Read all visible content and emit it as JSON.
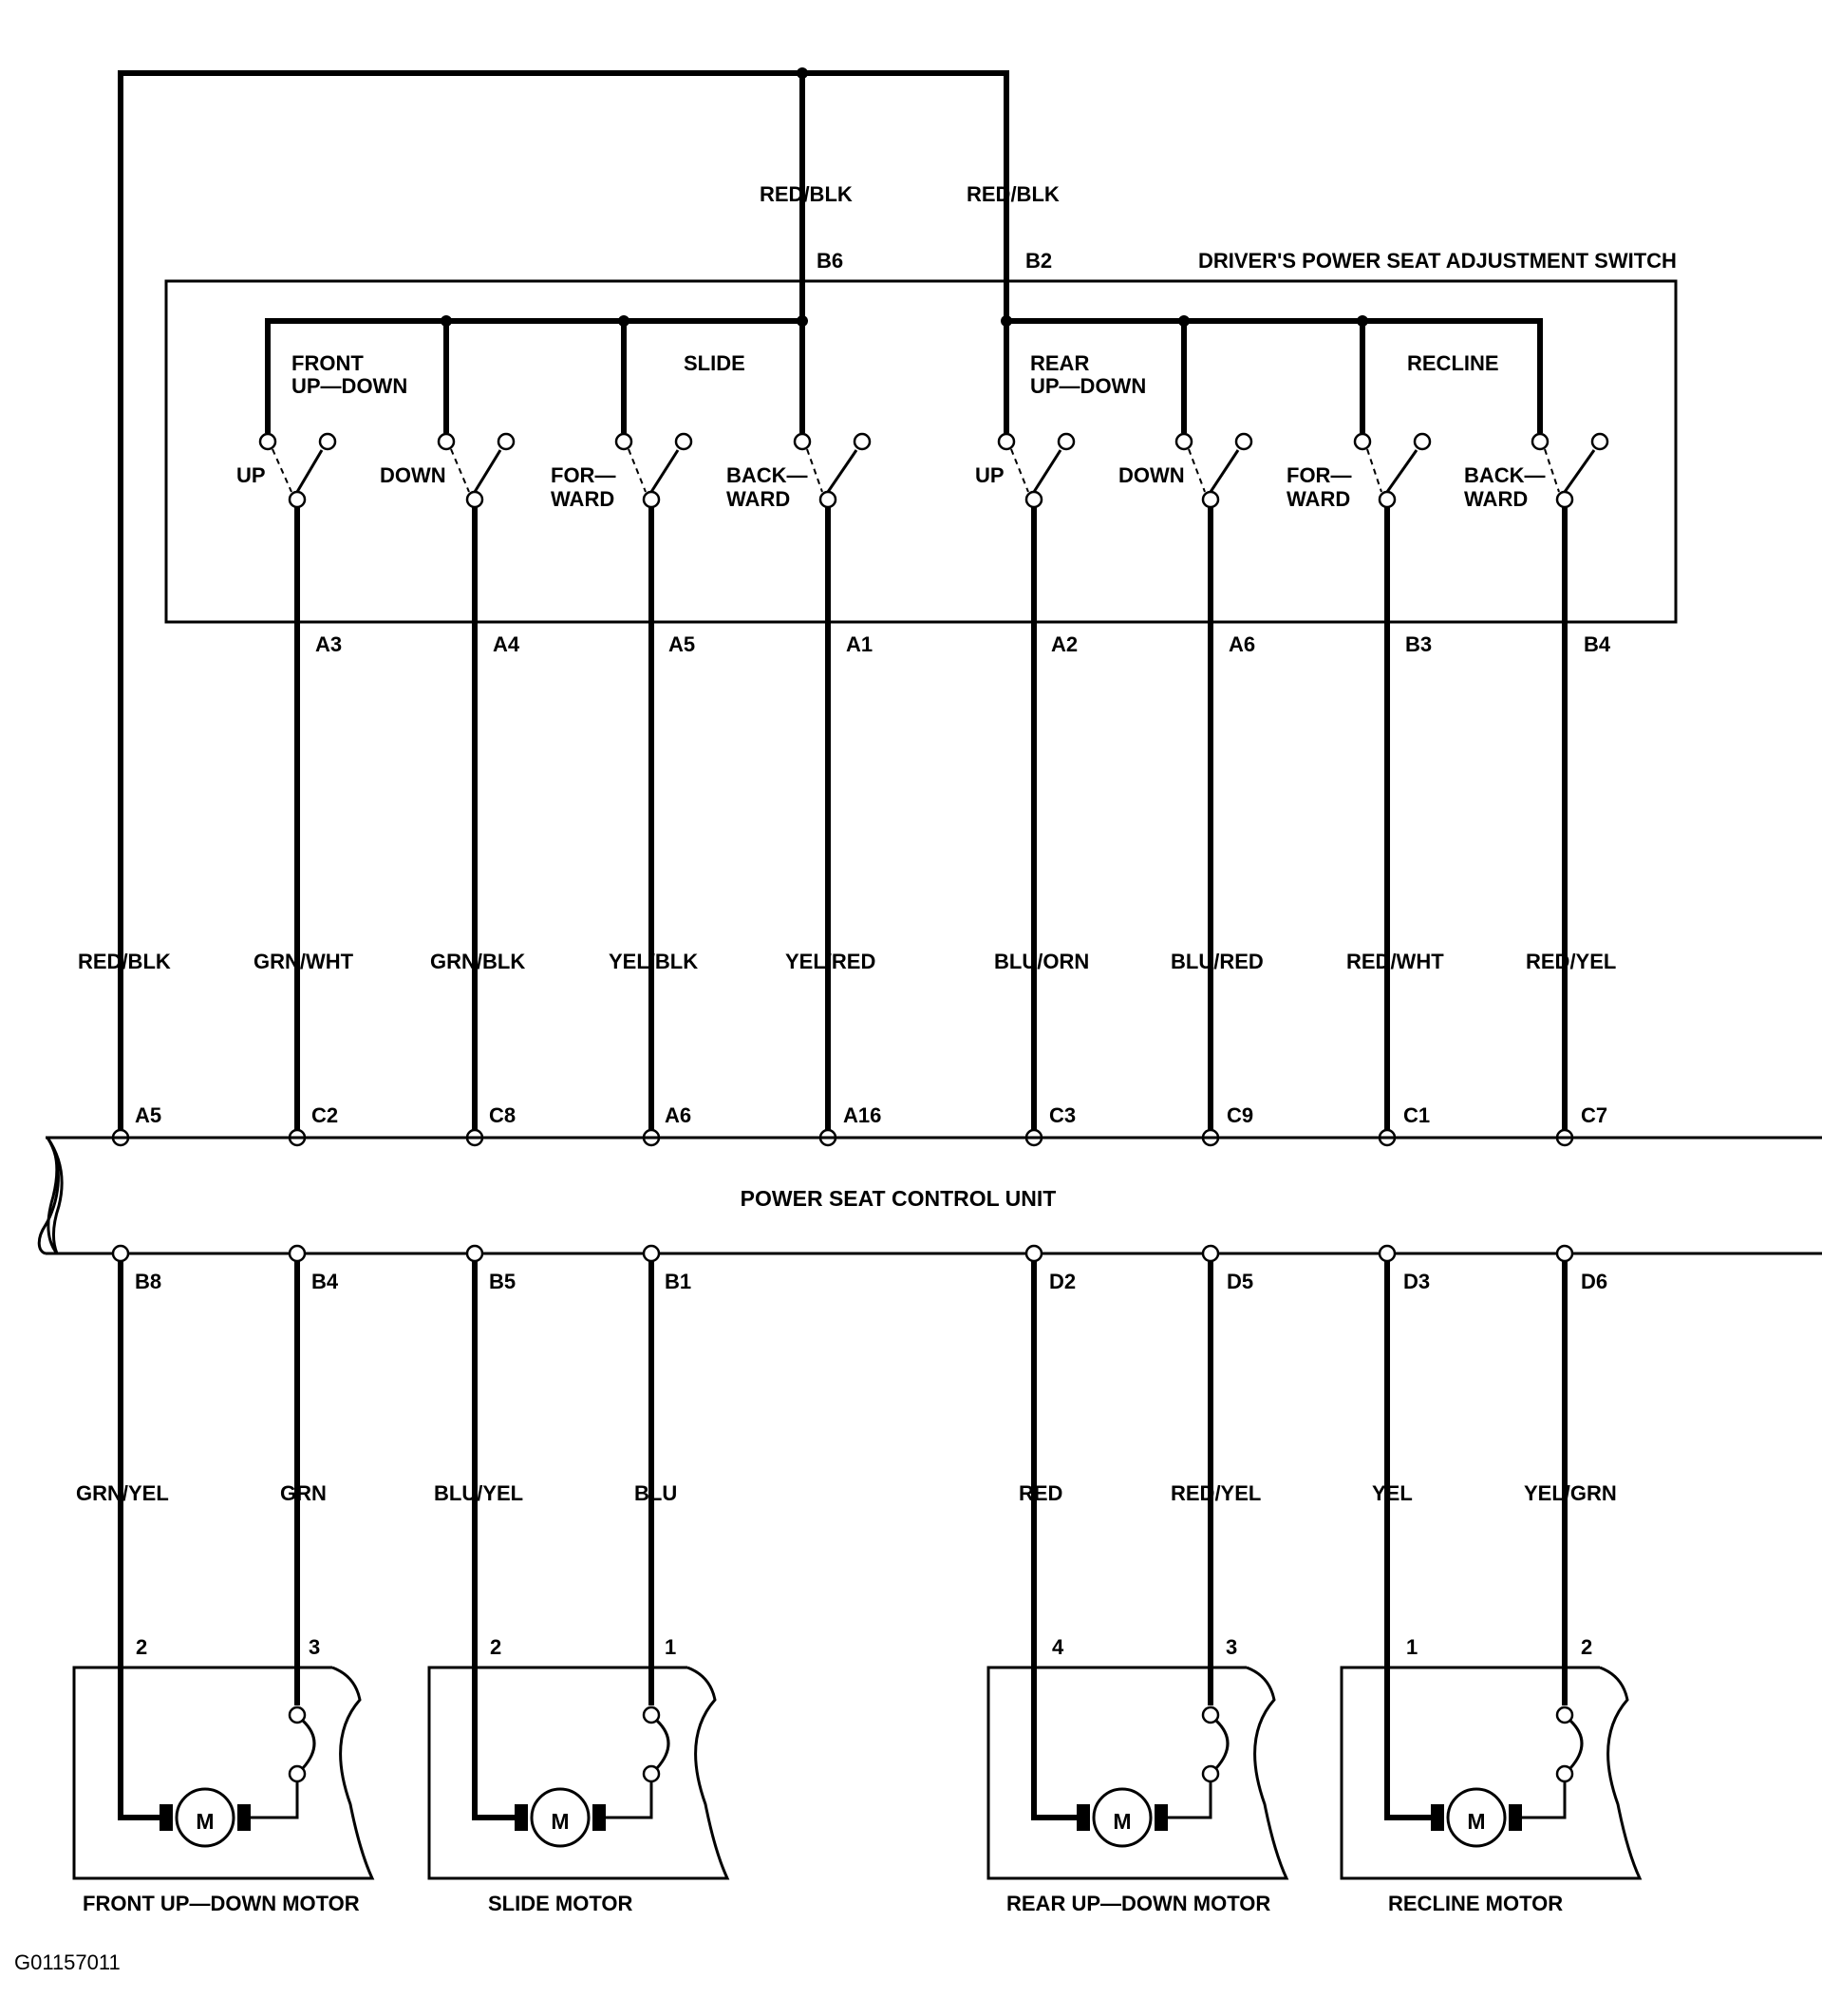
{
  "switch": {
    "title": "DRIVER'S POWER SEAT ADJUSTMENT SWITCH",
    "feed_wire_left": "RED/BLK",
    "feed_wire_right": "RED/BLK",
    "feed_pin_left": "B6",
    "feed_pin_right": "B2",
    "groups": [
      {
        "label_line1": "FRONT",
        "label_line2": "UP—DOWN"
      },
      {
        "label_line1": "SLIDE",
        "label_line2": ""
      },
      {
        "label_line1": "REAR",
        "label_line2": "UP—DOWN"
      },
      {
        "label_line1": "RECLINE",
        "label_line2": ""
      }
    ],
    "contacts": [
      {
        "line1": "UP",
        "line2": "",
        "out_pin": "A3"
      },
      {
        "line1": "DOWN",
        "line2": "",
        "out_pin": "A4"
      },
      {
        "line1": "FOR—",
        "line2": "WARD",
        "out_pin": "A5"
      },
      {
        "line1": "BACK—",
        "line2": "WARD",
        "out_pin": "A1"
      },
      {
        "line1": "UP",
        "line2": "",
        "out_pin": "A2"
      },
      {
        "line1": "DOWN",
        "line2": "",
        "out_pin": "A6"
      },
      {
        "line1": "FOR—",
        "line2": "WARD",
        "out_pin": "B3"
      },
      {
        "line1": "BACK—",
        "line2": "WARD",
        "out_pin": "B4"
      }
    ]
  },
  "control_unit": {
    "label": "POWER SEAT CONTROL UNIT",
    "top_wires": [
      {
        "wire": "RED/BLK",
        "pin": "A5"
      },
      {
        "wire": "GRN/WHT",
        "pin": "C2"
      },
      {
        "wire": "GRN/BLK",
        "pin": "C8"
      },
      {
        "wire": "YEL/BLK",
        "pin": "A6"
      },
      {
        "wire": "YEL/RED",
        "pin": "A16"
      },
      {
        "wire": "BLU/ORN",
        "pin": "C3"
      },
      {
        "wire": "BLU/RED",
        "pin": "C9"
      },
      {
        "wire": "RED/WHT",
        "pin": "C1"
      },
      {
        "wire": "RED/YEL",
        "pin": "C7"
      }
    ],
    "bottom_wires": [
      {
        "pin": "B8",
        "wire": "GRN/YEL",
        "motor_pin": "2"
      },
      {
        "pin": "B4",
        "wire": "GRN",
        "motor_pin": "3"
      },
      {
        "pin": "B5",
        "wire": "BLU/YEL",
        "motor_pin": "2"
      },
      {
        "pin": "B1",
        "wire": "BLU",
        "motor_pin": "1"
      },
      {
        "pin": "D2",
        "wire": "RED",
        "motor_pin": "4"
      },
      {
        "pin": "D5",
        "wire": "RED/YEL",
        "motor_pin": "3"
      },
      {
        "pin": "D3",
        "wire": "YEL",
        "motor_pin": "1"
      },
      {
        "pin": "D6",
        "wire": "YEL/GRN",
        "motor_pin": "2"
      }
    ]
  },
  "motors": [
    {
      "name": "FRONT UP—DOWN MOTOR",
      "symbol": "M"
    },
    {
      "name": "SLIDE MOTOR",
      "symbol": "M"
    },
    {
      "name": "REAR UP—DOWN MOTOR",
      "symbol": "M"
    },
    {
      "name": "RECLINE MOTOR",
      "symbol": "M"
    }
  ],
  "figure_id": "G01157011"
}
